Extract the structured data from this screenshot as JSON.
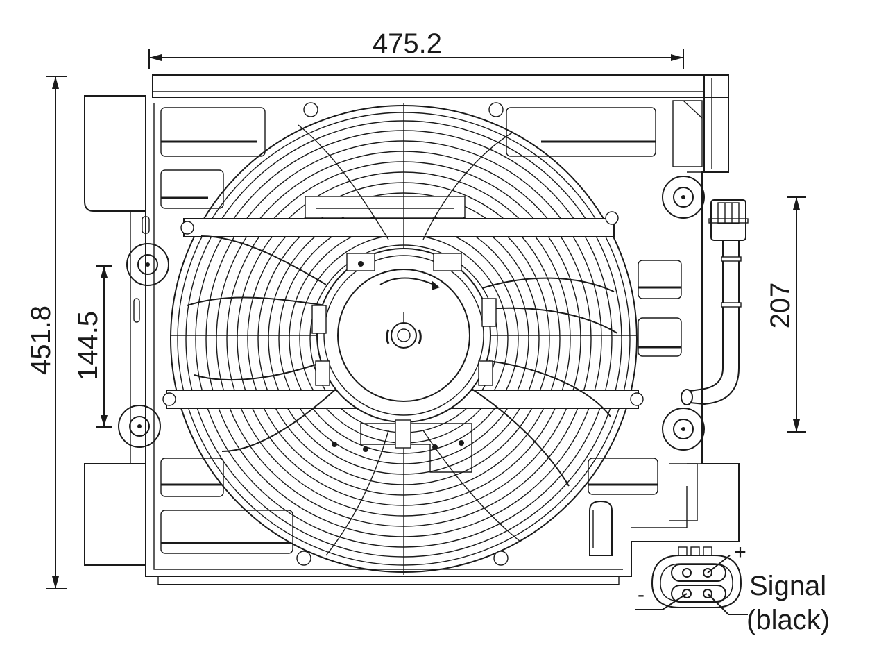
{
  "dimensions": {
    "width": "475.2",
    "height": "451.8",
    "mount_spacing": "144.5",
    "cable_length": "207"
  },
  "connector": {
    "plus_label": "+",
    "minus_label": "-",
    "signal_label": "Signal",
    "signal_color_label": "(black)"
  }
}
